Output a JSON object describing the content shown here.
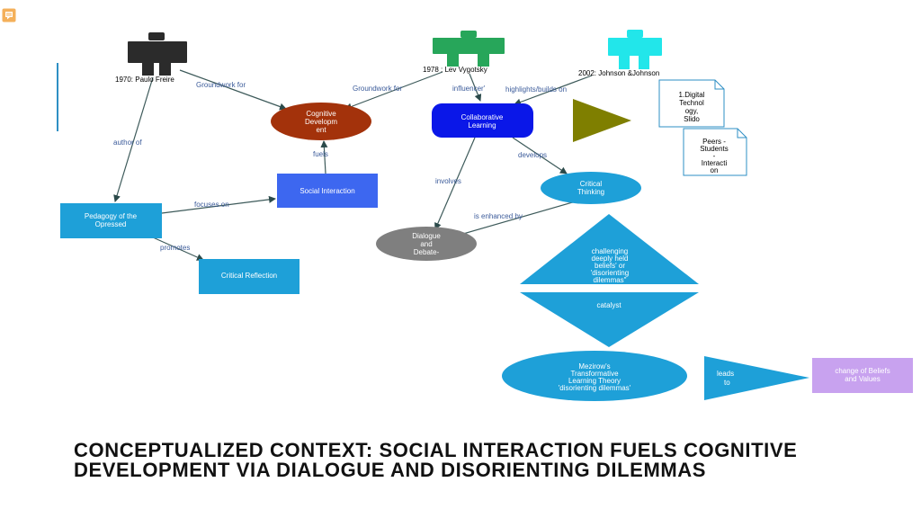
{
  "people": {
    "freire": {
      "label": "1970: Paulo Freire",
      "color": "#2b2b2b"
    },
    "vygotsky": {
      "label": "1978 : Lev Vygotsky",
      "color": "#27a65a"
    },
    "johnson": {
      "label": "2002: Johnson &Johnson",
      "color": "#22e6ea"
    }
  },
  "nodes": {
    "cognitive": [
      "Cognitive",
      "Developm",
      "ent"
    ],
    "collaborative": [
      "Collaborative",
      "Learning"
    ],
    "social": [
      "Social Interaction"
    ],
    "pedagogy": [
      "Pedagogy of the",
      "Opressed"
    ],
    "reflection": [
      "Critical Reflection"
    ],
    "critical_thinking": [
      "Critical",
      "Thinking"
    ],
    "dialogue": [
      "Dialogue",
      "and",
      "Debate-"
    ],
    "challenging": [
      "challenging",
      "deeply held",
      "beliefs' or",
      "'disorienting",
      "dilemmas\""
    ],
    "catalyst": [
      "catalyst"
    ],
    "mezirow": [
      "Mezirow's",
      "Transformative",
      "Learning Theory",
      "'disorienting dilemmas'"
    ],
    "leads": [
      "leads",
      "to"
    ],
    "change": [
      "change of Beliefs",
      "and Values"
    ]
  },
  "notes": {
    "digital": [
      "1.Digital",
      "Technol",
      "ogy,",
      "Slido"
    ],
    "peers": [
      "Peers -",
      "Students",
      "-",
      "Interacti",
      "on"
    ]
  },
  "edges": {
    "groundwork1": "Groundwork for",
    "groundwork2": "Groundwork for",
    "author_of": "author of",
    "influencer": "influencer'",
    "highlights": "highlights/builds on",
    "fuels": "fuels",
    "focuses_on": "focuses on",
    "promotes": "promotes",
    "involves": "involves",
    "develops": "develops",
    "enhanced": "is enhanced by"
  },
  "colors": {
    "brown": "#a3320b",
    "blue": "#0a17e8",
    "royal": "#3d67f0",
    "sky": "#1ea0d8",
    "grey": "#7f7f7f",
    "olive": "#7f7f00",
    "lavender": "#c8a2ef",
    "note_border": "#2e8fc4"
  },
  "title": "CONCEPTUALIZED CONTEXT: SOCIAL INTERACTION FUELS COGNITIVE DEVELOPMENT VIA  DIALOGUE AND DISORIENTING DILEMMAS"
}
